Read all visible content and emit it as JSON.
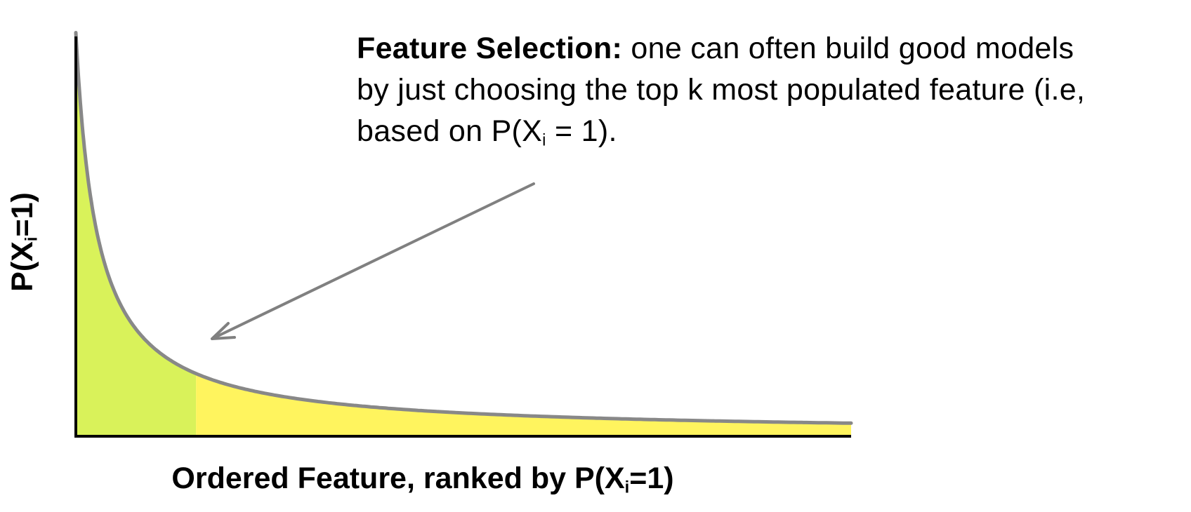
{
  "annotation": {
    "heading": "Feature Selection:",
    "line1_rest": " one can often build good models",
    "line2": "by just choosing the top k most populated feature (i.e,",
    "line3_prefix": "based on P(X",
    "line3_sub": "i",
    "line3_suffix": " = 1)."
  },
  "x_axis": {
    "label_prefix": "Ordered Feature, ranked by P(X",
    "label_sub": "i",
    "label_suffix": "=1)"
  },
  "y_axis": {
    "label_prefix": "P(X",
    "label_sub": "i",
    "label_suffix": "=1)"
  },
  "colors": {
    "top_k_region": "#d9f25a",
    "remaining_region": "#fff45e",
    "curve": "#888888",
    "arrow": "#808080",
    "axis": "#000000"
  },
  "chart_data": {
    "type": "area",
    "x_range": [
      0,
      1
    ],
    "y_range": [
      0,
      1
    ],
    "curve_shape": "long-tail decreasing",
    "top_k_fraction": 0.155
  }
}
